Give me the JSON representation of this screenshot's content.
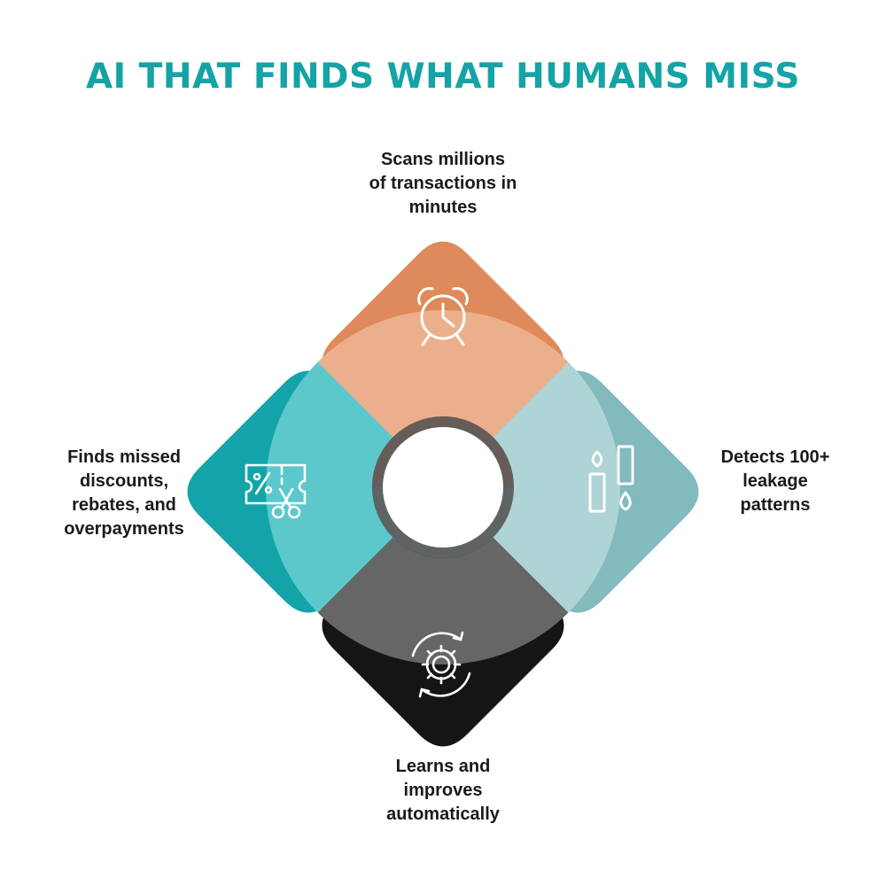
{
  "title": "AI THAT FINDS WHAT HUMANS MISS",
  "nodes": [
    {
      "position": "top",
      "label": "Scans millions\nof transactions in\nminutes",
      "icon": "alarm-clock-icon",
      "color": "#df8a5a"
    },
    {
      "position": "right",
      "label": "Detects 100+\nleakage\npatterns",
      "icon": "leakage-bars-icon",
      "color": "#82babd"
    },
    {
      "position": "bottom",
      "label": "Learns and\nimproves\nautomatically",
      "icon": "gear-cycle-icon",
      "color": "#151515"
    },
    {
      "position": "left",
      "label": "Finds missed\ndiscounts,\nrebates, and\noverpayments",
      "icon": "discount-coupon-icon",
      "color": "#12a4a8"
    }
  ]
}
